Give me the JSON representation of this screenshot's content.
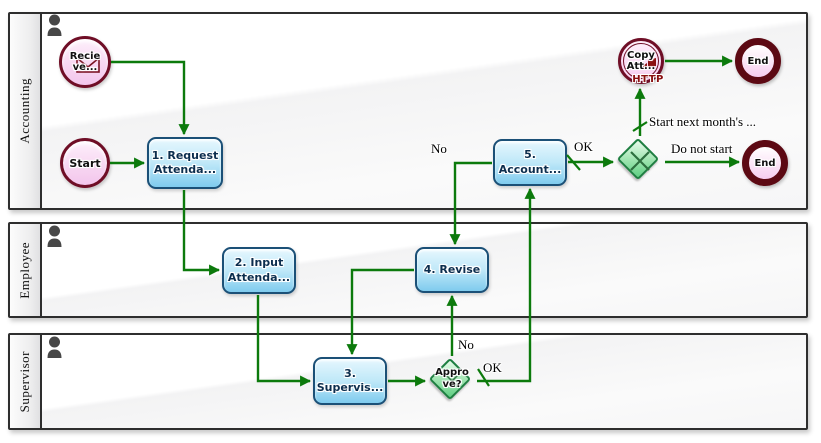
{
  "diagram": {
    "lanes": [
      {
        "label": "Accounting"
      },
      {
        "label": "Employee"
      },
      {
        "label": "Supervisor"
      }
    ],
    "events": {
      "receive": {
        "line1": "Recie",
        "line2": "ve..."
      },
      "start": {
        "label": "Start"
      },
      "copy": {
        "line1": "Copy",
        "line2": "Att...",
        "protocol": "HTTP"
      },
      "end_top": {
        "label": "End"
      },
      "end_right": {
        "label": "End"
      }
    },
    "tasks": [
      {
        "line1": "1. Request",
        "line2": "Attenda..."
      },
      {
        "line1": "2. Input",
        "line2": "Attenda..."
      },
      {
        "line1": "3.",
        "line2": "Supervis..."
      },
      {
        "line1": "4. Revise",
        "line2": ""
      },
      {
        "line1": "5.",
        "line2": "Account..."
      }
    ],
    "gateways": {
      "approve": {
        "line1": "Appro",
        "line2": "ve?"
      }
    },
    "edge_labels": {
      "approve_no": "No",
      "approve_ok": "OK",
      "account_no": "No",
      "account_ok": "OK",
      "start_next_month": "Start next month's ...",
      "do_not_start": "Do not start"
    },
    "colors": {
      "flow_green": "#0c7a0c",
      "task_border": "#1b5077",
      "task_fill": "#7fcbee",
      "event_border": "#6f0e26",
      "event_fill": "#f7d3f1",
      "end_ring": "#5c0913",
      "gateway_border": "#1e7f41",
      "gateway_fill": "#8fdfa4",
      "http_red": "#8a0f0f",
      "lane_border": "#2e2e2e"
    }
  }
}
